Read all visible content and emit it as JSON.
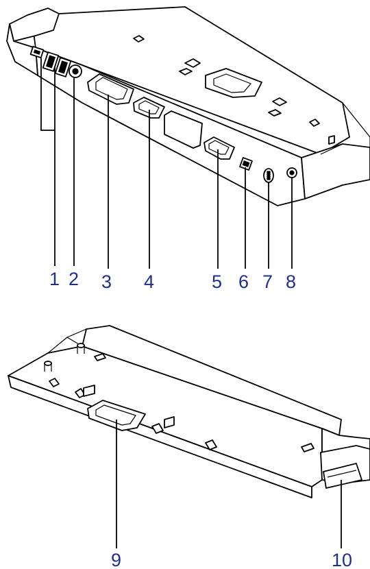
{
  "figure_top": {
    "callouts": [
      {
        "id": "1",
        "label": "1"
      },
      {
        "id": "2",
        "label": "2"
      },
      {
        "id": "3",
        "label": "3"
      },
      {
        "id": "4",
        "label": "4"
      },
      {
        "id": "5",
        "label": "5"
      },
      {
        "id": "6",
        "label": "6"
      },
      {
        "id": "7",
        "label": "7"
      },
      {
        "id": "8",
        "label": "8"
      }
    ]
  },
  "figure_bottom": {
    "callouts": [
      {
        "id": "9",
        "label": "9"
      },
      {
        "id": "10",
        "label": "10"
      }
    ]
  },
  "colors": {
    "callout_text": "#1f2f8f",
    "line": "#000000",
    "background": "#ffffff"
  }
}
